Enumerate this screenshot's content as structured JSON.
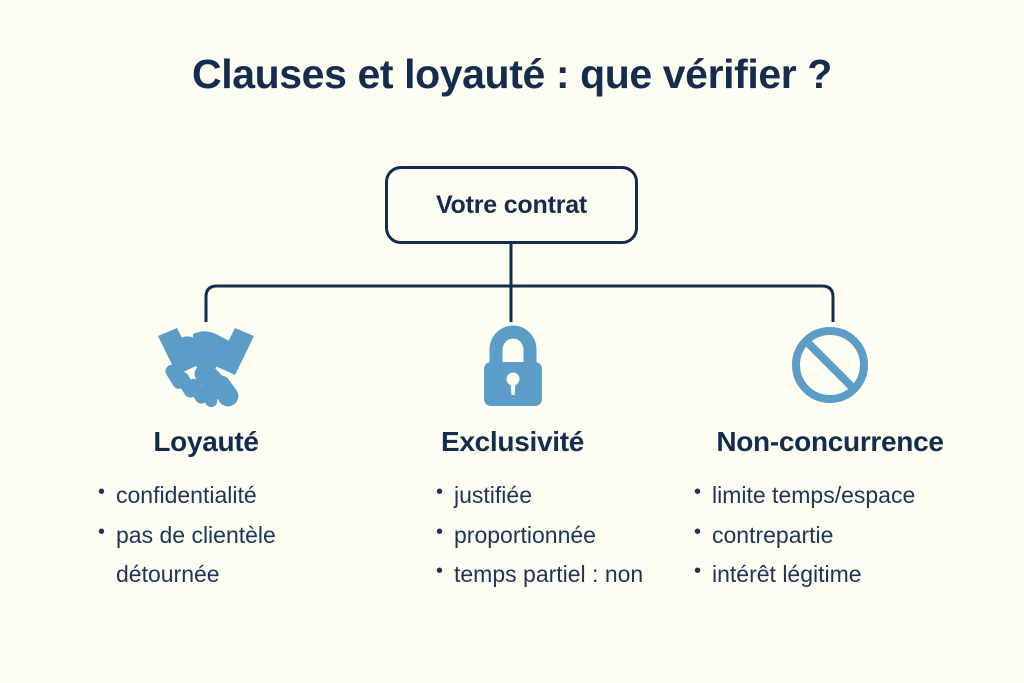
{
  "page": {
    "title": "Clauses et loyauté : que vérifier ?",
    "background_color": "#fdfdf2",
    "navy_color": "#142c4e",
    "accent_blue": "#5c9dc8"
  },
  "diagram": {
    "root": {
      "label": "Votre contrat",
      "icon": "contract-box"
    },
    "branches": [
      {
        "id": "loyaute",
        "title": "Loyauté",
        "icon": "handshake-icon",
        "items": [
          {
            "text": "confidentialité",
            "continuation": false
          },
          {
            "text": "pas de clientèle",
            "continuation": false
          },
          {
            "text": "détournée",
            "continuation": true
          }
        ]
      },
      {
        "id": "exclusivite",
        "title": "Exclusivité",
        "icon": "lock-icon",
        "items": [
          {
            "text": "justifiée",
            "continuation": false
          },
          {
            "text": "proportionnée",
            "continuation": false
          },
          {
            "text": "temps partiel : non",
            "continuation": false
          }
        ]
      },
      {
        "id": "non-concurrence",
        "title": "Non-concurrence",
        "icon": "prohibition-icon",
        "items": [
          {
            "text": "limite temps/espace",
            "continuation": false
          },
          {
            "text": "contrepartie",
            "continuation": false
          },
          {
            "text": "intérêt légitime",
            "continuation": false
          }
        ]
      }
    ]
  }
}
